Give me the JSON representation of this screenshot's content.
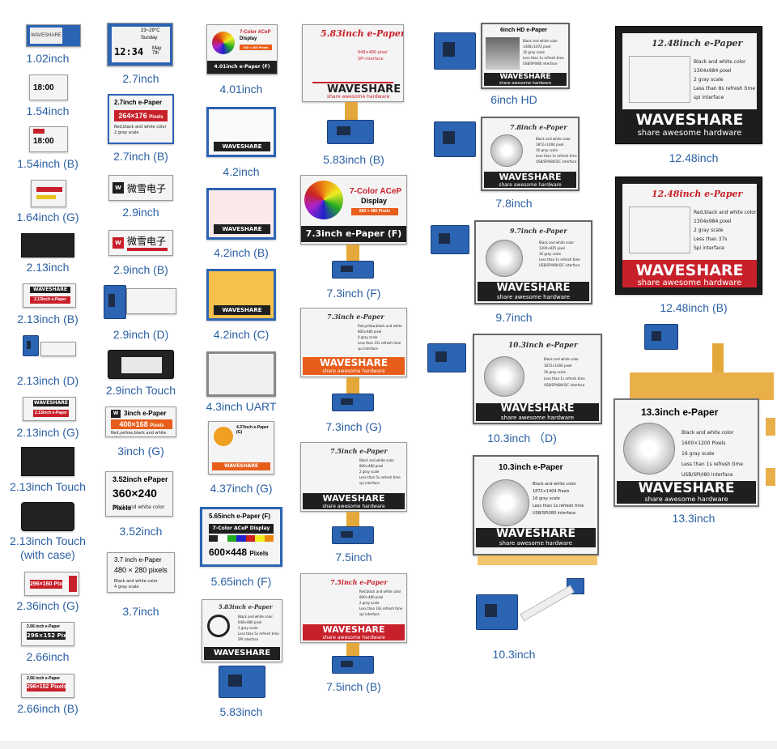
{
  "colors": {
    "caption": "#2a5fa3",
    "red": "#c8202a",
    "pcb": "#2c64b4"
  },
  "labels": {
    "l102": "1.02inch",
    "l154": "1.54inch",
    "l154b": "1.54inch (B)",
    "l164g": "1.64inch (G)",
    "l213": "2.13inch",
    "l213b": "2.13inch (B)",
    "l213d": "2.13inch (D)",
    "l213g": "2.13inch (G)",
    "l213t": "2.13inch Touch",
    "l213tc1": "2.13inch Touch",
    "l213tc2": "(with case)",
    "l236g": "2.36inch (G)",
    "l266": "2.66inch",
    "l266b": "2.66inch (B)",
    "l27": "2.7inch",
    "l27b": "2.7inch (B)",
    "l29": "2.9inch",
    "l29b": "2.9inch (B)",
    "l29d": "2.9inch (D)",
    "l29t": "2.9inch Touch",
    "l3g": "3inch (G)",
    "l352": "3.52inch",
    "l37": "3.7inch",
    "l401": "4.01inch",
    "l42": "4.2inch",
    "l42b": "4.2inch (B)",
    "l42c": "4.2inch (C)",
    "l43uart": "4.3inch UART",
    "l437g": "4.37inch (G)",
    "l565f": "5.65inch (F)",
    "l583": "5.83inch",
    "l583b": "5.83inch (B)",
    "l73f": "7.3inch (F)",
    "l73g": "7.3inch (G)",
    "l75": "7.5inch",
    "l75b": "7.5inch (B)",
    "l6hd": "6inch HD",
    "l78": "7.8inch",
    "l97": "9.7inch",
    "l103d": "10.3inch （D)",
    "l103": "10.3inch",
    "l1248": "12.48inch",
    "l1248b": "12.48inch (B)",
    "l133": "13.3inch"
  },
  "screens": {
    "s27_temp": "23~29°C",
    "s27_day": "Sunday",
    "s27_time": "12:34",
    "s27_date": "May 7th",
    "s27b_title": "2.7inch e-Paper",
    "s27b_px": "264×176",
    "s27b_pixels": "Pixels",
    "s27b_spec": "Red,black and white color\n2 gray scale",
    "s29_cn": "微雪电子",
    "s29b_cn": "微雪电子",
    "s3g_title": "3inch e-Paper",
    "s3g_px": "400×168",
    "s3g_pixels": "Pixels",
    "s3g_spec": "Red,yellow,black and white color",
    "s352_title": "3.52inch ePaper",
    "s352_px": "360×240",
    "s352_pixels": "Pixels",
    "s352_spec": "Black and white color",
    "s37_title": "3.7 inch e-Paper",
    "s37_px": "480 × 280 pixels",
    "s37_spec": "Black and white color\n4 gray scale",
    "s401_l1": "7-Color ACeP",
    "s401_l2": "Display",
    "s401_l3": "640 × 400 Pixels",
    "s401_name": "4.01inch e-Paper (F)",
    "s437_title": "4.37inch e-Paper (G)",
    "s565_title": "5.65inch e-Paper (F)",
    "s565_sub": "7-Color ACeP Display",
    "s565_px": "600×448",
    "s565_pixels": "Pixels",
    "s583_title": "5.83inch e-Paper",
    "s583_spec": "Black and white color\n648×480 pixel\n2 gray scale\nLess than 5s refresh time\nSPI interface",
    "s583b_title": "5.83inch e-Paper",
    "s583b_spec": "648×480 pixel\nSPI interface",
    "s73f_l1": "7-Color ACeP",
    "s73f_l2": "Display",
    "s73f_l3": "800 × 480 Pixels",
    "s73f_name": "7.3inch e-Paper (F)",
    "s73g_title": "7.3inch e-Paper",
    "s73g_spec": "Red,yellow,black and white\n800×480 pixel\n4 gray scale\nLess than 15s refresh time\nspi interface",
    "s75_title": "7.5inch e-Paper",
    "s75_spec": "Black and white color\n800×480 pixel\n2 gray scale\nLess than 5s refresh time\nspi interface",
    "s75b_title": "7.5inch e-Paper",
    "s75b_spec": "Red,black and white color\n800×480 pixel\n2 gray scale\nLess than 16s refresh time\nspi interface",
    "s6hd_title": "6inch HD e-Paper",
    "s6hd_spec": "Black and white color\n1448×1072 pixel\n16 gray scale\nLess than 1s refresh time\nUSB/SPI/I80 interface",
    "s78_title": "7.8inch e-Paper",
    "s78_spec": "Black and white color\n1872×1404 pixel\n16 gray scale\nLess than 1s refresh time\nUSB/SPI/I80/I2C interface",
    "s97_title": "9.7inch e-Paper",
    "s97_spec": "Black and white color\n1200×825 pixel\n16 gray scale\nLess than 1s refresh time\nUSB/SPI/I80/I2C interface",
    "s103d_title": "10.3inch e-Paper",
    "s103d_spec": "Black and white color\n1872×1404 pixel\n16 gray scale\nLess than 1s refresh time\nUSB/SPI/I80/I2C interface",
    "s103_title": "10.3inch e-Paper",
    "s103_spec": "Black and white color\n1872×1404 Pixels\n16 gray scale\nLess than 1s refresh time\nUSB/SPI/I80 interface",
    "s1248_title": "12.48inch e-Paper",
    "s1248_spec": "Black and white color\n1304x984 pixel\n2 gray scale\nLess than 8s refresh time\nspi interface",
    "s1248b_title": "12.48inch e-Paper",
    "s1248b_spec": "Red,black and white color\n1304x984 pixel\n2 gray scale\nLess than 37s\nSpi interface",
    "s133_title": "13.3inch e-Paper",
    "s133_spec": "Black and white color\n1600×1200 Pixels\n16 gray scale\nLess than 1s refresh time\nUSB/SPI/I80 interface",
    "s213b_title": "2.13inch e-Paper",
    "s236_px": "296×160",
    "s236_pixels": "Pixels",
    "s266_title": "2.66 inch e-Paper",
    "s266_px": "296×152",
    "s266_pixels": "Pixels",
    "s266b_title": "2.66 inch e-Paper",
    "s266b_px": "296×152",
    "s266b_pixels": "Pixels",
    "s154_time": "18:00",
    "s154b_time": "18:00",
    "s102_brand": "WAVESHARE"
  },
  "brand": {
    "name": "WAVESHARE",
    "tagline": "share awesome hardware"
  }
}
